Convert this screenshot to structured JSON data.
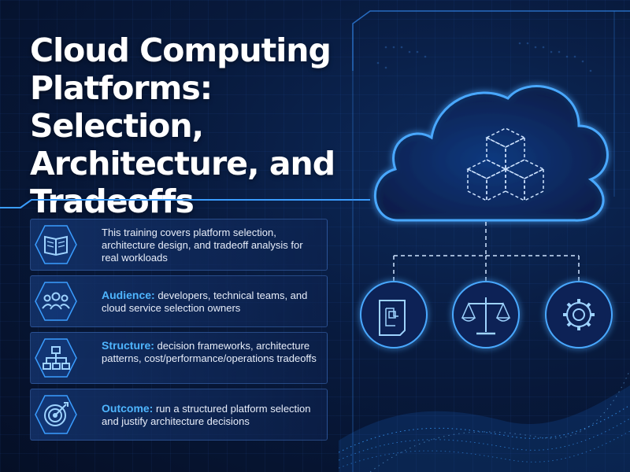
{
  "title": "Cloud Computing Platforms: Selection, Architecture, and Tradeoffs",
  "cards": [
    {
      "icon": "book-icon",
      "label": "",
      "text": "This training covers platform selection, architecture design, and tradeoff analysis for real workloads"
    },
    {
      "icon": "people-icon",
      "label": "Audience:",
      "text": "developers, technical teams, and cloud service selection owners"
    },
    {
      "icon": "hierarchy-icon",
      "label": "Structure:",
      "text": "decision frameworks, architecture patterns, cost/performance/operations tradeoffs"
    },
    {
      "icon": "target-icon",
      "label": "Outcome:",
      "text": "run a structured platform selection and justify architecture decisions"
    }
  ],
  "illustration": {
    "cloud_icon": "cloud-cubes-icon",
    "nodes": [
      "blueprint-icon",
      "scales-icon",
      "gear-icon"
    ]
  },
  "colors": {
    "accent": "#4fb6ff",
    "background": "#081a3d",
    "glow": "#3a9dff"
  }
}
